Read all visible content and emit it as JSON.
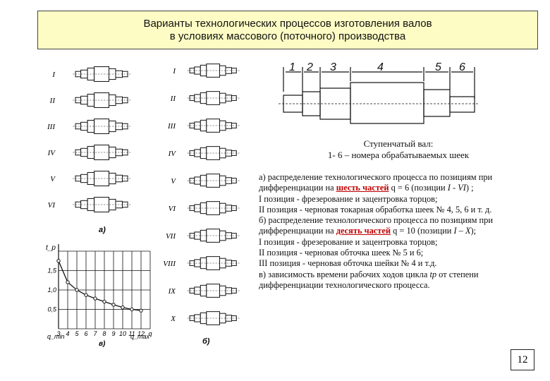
{
  "title": {
    "line1": "Варианты технологических процессов изготовления валов",
    "line2": "в условиях массового (поточного) производства"
  },
  "figure_a": {
    "label": "а)",
    "rows": [
      "I",
      "II",
      "III",
      "IV",
      "V",
      "VI"
    ]
  },
  "figure_b": {
    "label": "б)",
    "rows": [
      "I",
      "II",
      "III",
      "IV",
      "V",
      "VI",
      "VII",
      "VIII",
      "IX",
      "X"
    ]
  },
  "shaft_figure": {
    "labels": [
      "1",
      "2",
      "3",
      "4",
      "5",
      "6"
    ],
    "caption_line1": "Ступенчатый вал:",
    "caption_line2": "1- 6 – номера обрабатываемых шеек"
  },
  "chart_data": {
    "type": "line",
    "x": [
      3,
      4,
      5,
      6,
      7,
      8,
      9,
      10,
      11,
      12
    ],
    "series": [
      {
        "values": [
          1.75,
          1.2,
          1.0,
          0.87,
          0.78,
          0.7,
          0.62,
          0.55,
          0.5,
          0.47
        ]
      }
    ],
    "xticks": [
      "3",
      "4",
      "5",
      "6",
      "7",
      "8",
      "9",
      "10",
      "11",
      "12",
      "q"
    ],
    "yticks": [
      "0,5",
      "1,0",
      "1,5"
    ],
    "ylabel": "t_p",
    "xlabel_min": "q_min",
    "xlabel_max": "q_max",
    "panel_label": "в)",
    "ylim": [
      0,
      2.0
    ],
    "grid": true
  },
  "text": {
    "l1": "а) распределение технологического процесса по позициям при",
    "l2_pre": "дифференциации на ",
    "l2_red": "шесть частей",
    "l2_post": " q = 6 (позиции ",
    "l2_it": "I - VI",
    "l2_end": ") ;",
    "l3": "I  позиция - фрезерование и зацентровка торцов;",
    "l4": "II позиция - черновая токарная обработка шеек № 4, 5, 6 и т. д.",
    "l5": "б) распределение технологического процесса по позициям при",
    "l6_pre": "дифференциации на ",
    "l6_red": "десять частей",
    "l6_post": " q = 10 (позиции ",
    "l6_it": "I – X",
    "l6_end": ");",
    "l7": "I  позиция - фрезерование и зацентровка торцов;",
    "l8": "II позиция - черновая обточка шеек № 5 и 6;",
    "l9": "III позиция - черновая обточка шейки № 4 и т.д.",
    "l10_pre": "в) зависимость времени рабочих ходов цикла ",
    "l10_it": "tp",
    "l10_post": " от степени",
    "l11": "дифференциации технологического процесса."
  },
  "page_number": "12"
}
